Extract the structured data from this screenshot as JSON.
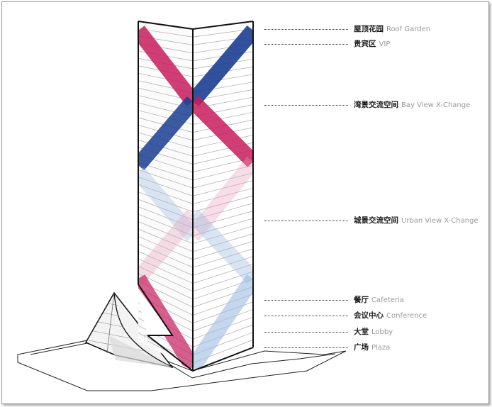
{
  "labels": [
    {
      "zh": "屋顶花园",
      "en": "Roof Garden"
    },
    {
      "zh": "贵宾区",
      "en": "VIP"
    },
    {
      "zh": "湾景交流空间",
      "en": "Bay View X-Change"
    },
    {
      "zh": "城景交流空间",
      "en": "Urban View X-Change"
    },
    {
      "zh": "餐厅",
      "en": "Cafeteria"
    },
    {
      "zh": "会议中心",
      "en": "Conference"
    },
    {
      "zh": "大堂",
      "en": "Lobby"
    },
    {
      "zh": "广场",
      "en": "Plaza"
    }
  ],
  "colors": {
    "magenta": "#c81d5e",
    "blue": "#1b3f93",
    "pale_blue": "#9fbcdf",
    "pale_pink": "#e7a0bb",
    "outline": "#111111"
  }
}
